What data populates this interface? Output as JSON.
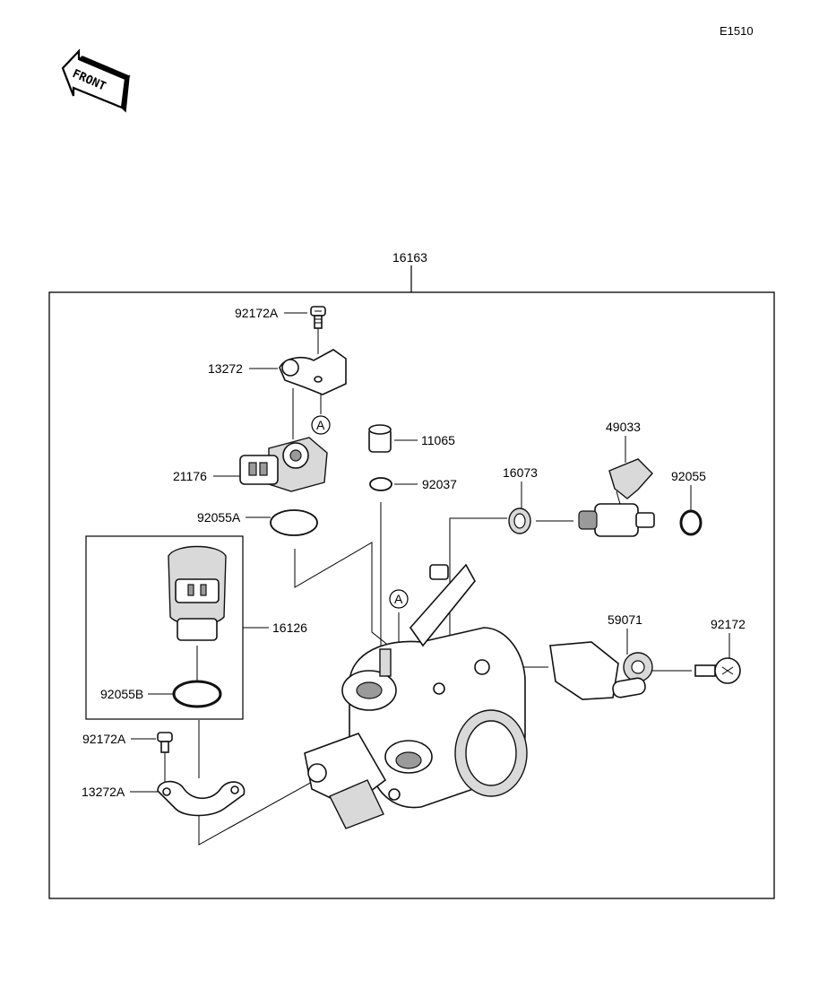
{
  "diagram_code": "E1510",
  "front_arrow": {
    "label": "FRONT",
    "icon": "front-direction-arrow-icon"
  },
  "assembly": {
    "number": "16163"
  },
  "parts": [
    {
      "id": "p1",
      "number": "92172A"
    },
    {
      "id": "p2",
      "number": "13272"
    },
    {
      "id": "p3",
      "number": "21176"
    },
    {
      "id": "p4",
      "number": "92055A"
    },
    {
      "id": "p5",
      "number": "11065"
    },
    {
      "id": "p6",
      "number": "92037"
    },
    {
      "id": "p7",
      "number": "16073"
    },
    {
      "id": "p8",
      "number": "49033"
    },
    {
      "id": "p9",
      "number": "92055"
    },
    {
      "id": "p10",
      "number": "16126"
    },
    {
      "id": "p11",
      "number": "92055B"
    },
    {
      "id": "p12",
      "number": "92172A"
    },
    {
      "id": "p13",
      "number": "13272A"
    },
    {
      "id": "p14",
      "number": "59071"
    },
    {
      "id": "p15",
      "number": "92172"
    }
  ],
  "markers": [
    {
      "id": "m1",
      "letter": "A"
    },
    {
      "id": "m2",
      "letter": "A"
    }
  ]
}
